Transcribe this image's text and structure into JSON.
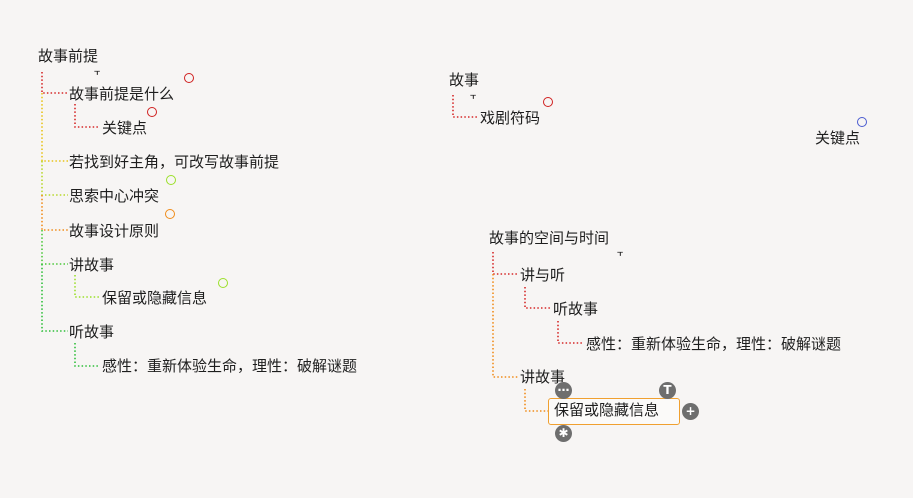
{
  "colors": {
    "red": "#d62828",
    "orange": "#f08c1a",
    "yellow": "#e8c41a",
    "lime": "#9be02a",
    "green": "#2fbf3a",
    "blue": "#4a5bd0",
    "selection": "#f0a030"
  },
  "map1": {
    "root": "故事前提",
    "children": [
      {
        "label": "故事前提是什么",
        "sub": "关键点"
      },
      {
        "label": "若找到好主角，可改写故事前提"
      },
      {
        "label": "思索中心冲突"
      },
      {
        "label": "故事设计原则"
      },
      {
        "label": "讲故事",
        "sub": "保留或隐藏信息"
      },
      {
        "label": "听故事",
        "sub": "感性：重新体验生命，理性：破解谜题"
      }
    ]
  },
  "map2": {
    "root": "故事",
    "child": "戏剧符码"
  },
  "floating": {
    "label": "关键点"
  },
  "map3": {
    "root": "故事的空间与时间",
    "speak_listen": "讲与听",
    "listen": "听故事",
    "listen_sub": "感性：重新体验生命，理性：破解谜题",
    "tell": "讲故事",
    "selected": "保留或隐藏信息"
  },
  "icons": {
    "fold": "collapse-icon",
    "more": "more-icon",
    "topic": "topic-icon",
    "add": "add-icon",
    "star": "star-icon"
  }
}
